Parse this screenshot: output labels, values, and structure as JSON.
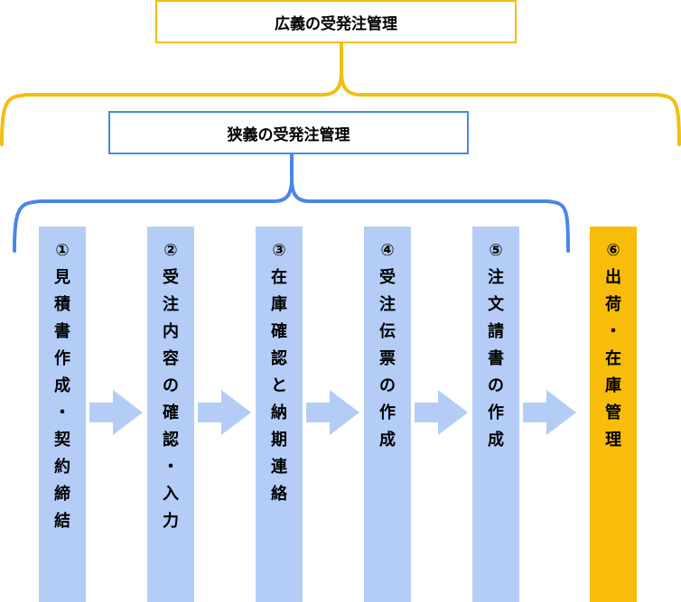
{
  "broad_title": "広義の受発注管理",
  "narrow_title": "狭義の受発注管理",
  "steps": [
    {
      "text": "①見積書作成・契約締結"
    },
    {
      "text": "②受注内容の確認・入力"
    },
    {
      "text": "③在庫確認と納期連絡"
    },
    {
      "text": "④受注伝票の作成"
    },
    {
      "text": "⑤注文請書の作成"
    },
    {
      "text": "⑥出荷・在庫管理"
    }
  ],
  "colors": {
    "broad_bracket": "#f2bf0f",
    "narrow_bracket": "#4a86e8",
    "step_fill": "#b3cdf7",
    "final_step_fill": "#f8bd0a"
  }
}
